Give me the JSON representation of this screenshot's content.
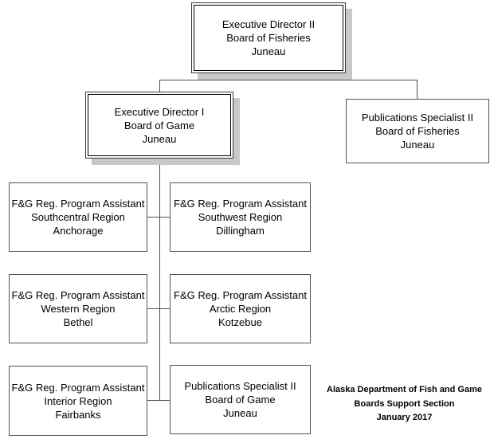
{
  "nodes": [
    {
      "id": "exec-dir-2",
      "title": "Executive Director II",
      "org": "Board of Fisheries",
      "location": "Juneau"
    },
    {
      "id": "exec-dir-1",
      "title": "Executive Director I",
      "org": "Board of Game",
      "location": "Juneau"
    },
    {
      "id": "pub-spec-fisheries",
      "title": "Publications Specialist II",
      "org": "Board of Fisheries",
      "location": "Juneau"
    },
    {
      "id": "asst-southcentral",
      "title": "F&G Reg. Program Assistant",
      "org": "Southcentral Region",
      "location": "Anchorage"
    },
    {
      "id": "asst-southwest",
      "title": "F&G Reg. Program Assistant",
      "org": "Southwest Region",
      "location": "Dillingham"
    },
    {
      "id": "asst-western",
      "title": "F&G Reg. Program Assistant",
      "org": "Western Region",
      "location": "Bethel"
    },
    {
      "id": "asst-arctic",
      "title": "F&G Reg. Program Assistant",
      "org": "Arctic Region",
      "location": "Kotzebue"
    },
    {
      "id": "asst-interior",
      "title": "F&G Reg. Program Assistant",
      "org": "Interior Region",
      "location": "Fairbanks"
    },
    {
      "id": "pub-spec-game",
      "title": "Publications Specialist II",
      "org": "Board of Game",
      "location": "Juneau"
    }
  ],
  "hierarchy": [
    {
      "parent": "exec-dir-2",
      "children": [
        "exec-dir-1",
        "pub-spec-fisheries"
      ]
    },
    {
      "parent": "exec-dir-1",
      "children": [
        "asst-southcentral",
        "asst-southwest",
        "asst-western",
        "asst-arctic",
        "asst-interior",
        "pub-spec-game"
      ]
    }
  ],
  "footer": {
    "line1": "Alaska Department of Fish and Game",
    "line2": "Boards Support Section",
    "line3": "January 2017"
  },
  "colors": {
    "background": "#ffffff",
    "box_border": "#545454",
    "emphasis_border": "#000000",
    "shadow": "#c8c8c8",
    "connector": "#4f4f4f",
    "text": "#000000"
  }
}
